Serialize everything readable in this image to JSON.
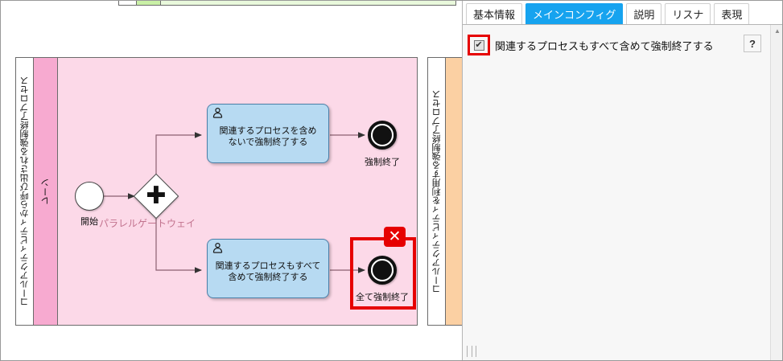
{
  "diagram": {
    "pools": [
      {
        "id": "green",
        "label": "",
        "lane_label": "",
        "color": "#c9f0a6"
      },
      {
        "id": "pink",
        "label": "コールアクティビティから呼び出される強制終了プロセス",
        "lane_label": "レーン",
        "color": "#f7aad0"
      },
      {
        "id": "orange",
        "label": "コールアクティビティを利用する強制終了プロセス",
        "lane_label": "",
        "color": "#fbd0a3"
      }
    ],
    "start_event": {
      "label": "開始",
      "icon": "start-event-icon"
    },
    "gateway": {
      "label": "パラレルゲートウェイ",
      "symbol": "✛",
      "icon": "parallel-gateway-icon"
    },
    "tasks": [
      {
        "id": "task-top",
        "label": "関連するプロセスを含め\nないで強制終了する",
        "icon": "user-task-icon"
      },
      {
        "id": "task-bottom",
        "label": "関連するプロセスもすべて\n含めて強制終了する",
        "icon": "user-task-icon"
      }
    ],
    "end_events": [
      {
        "id": "end-top",
        "label": "強制終了",
        "icon": "terminate-end-event-icon"
      },
      {
        "id": "end-bottom",
        "label": "全て強制終了",
        "icon": "terminate-end-event-icon",
        "highlighted": true,
        "badge": "✕"
      }
    ],
    "highlight_color": "#e60000"
  },
  "panel": {
    "tabs": [
      {
        "label": "基本情報",
        "active": false
      },
      {
        "label": "メインコンフィグ",
        "active": true
      },
      {
        "label": "説明",
        "active": false
      },
      {
        "label": "リスナ",
        "active": false
      },
      {
        "label": "表現",
        "active": false
      }
    ],
    "active_tab_color": "#16a3ef",
    "property": {
      "checkbox_checked": true,
      "checkbox_glyph": "✔",
      "label": "関連するプロセスもすべて含めて強制終了する",
      "help_label": "?"
    },
    "scroll_up_glyph": "▲"
  }
}
